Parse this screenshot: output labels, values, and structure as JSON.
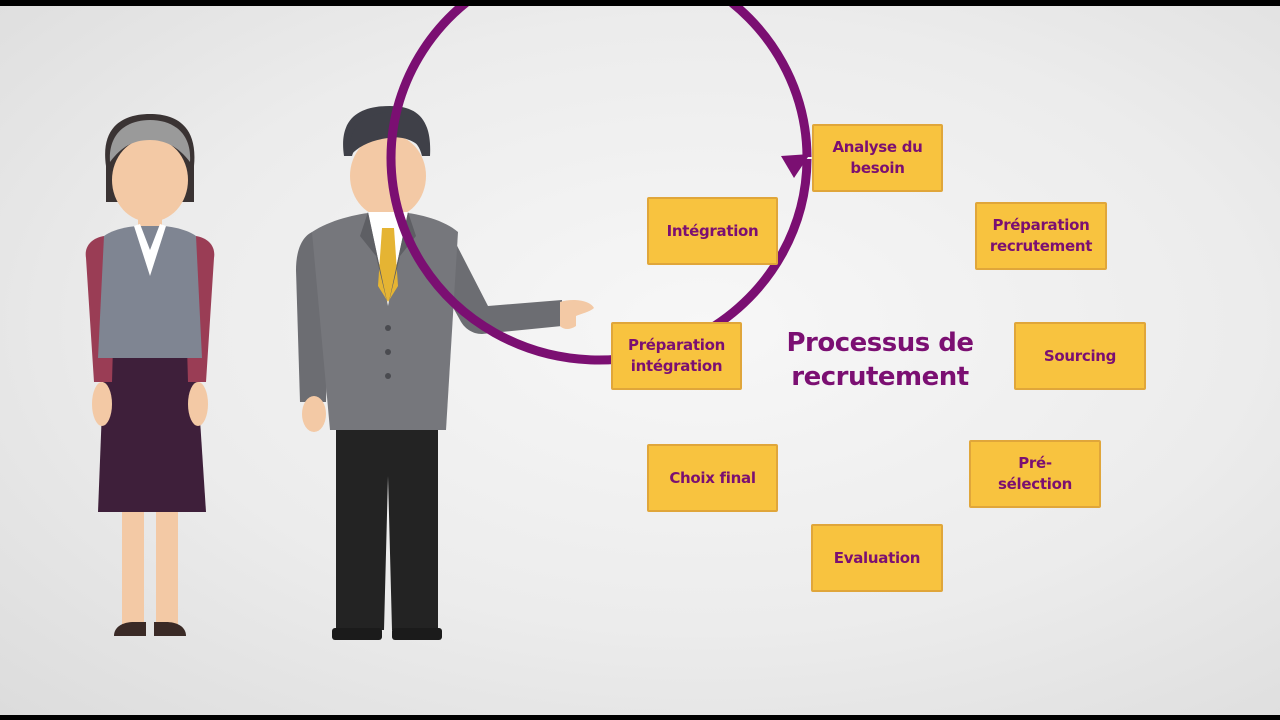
{
  "diagram": {
    "title": "Processus de\nrecrutement",
    "steps": [
      {
        "label": "Analyse du\nbesoin"
      },
      {
        "label": "Préparation\nrecrutement"
      },
      {
        "label": "Sourcing"
      },
      {
        "label": "Pré-\nsélection"
      },
      {
        "label": "Evaluation"
      },
      {
        "label": "Choix final"
      },
      {
        "label": "Préparation\nintégration"
      },
      {
        "label": "Intégration"
      }
    ],
    "colors": {
      "ring": "#7b0f72",
      "box_fill": "#f8c33f",
      "box_border": "#e0a63a",
      "text": "#7b0f72"
    }
  },
  "figures": [
    {
      "name": "woman-figure"
    },
    {
      "name": "man-figure"
    }
  ]
}
